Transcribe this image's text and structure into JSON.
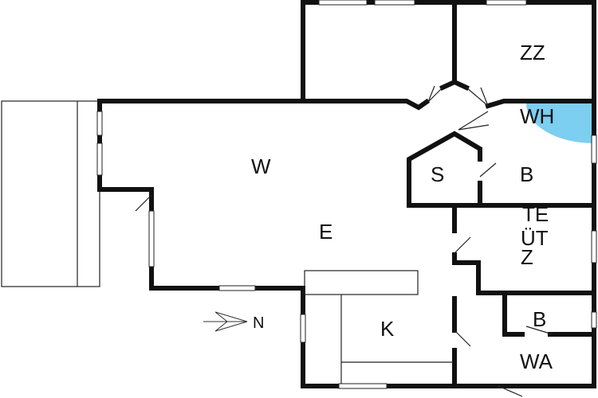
{
  "rooms": {
    "zz": "ZZ",
    "wh": "WH",
    "w": "W",
    "s": "S",
    "b1": "B",
    "e": "E",
    "te1": "TE",
    "te2": "ÜT",
    "te3": "Z",
    "k": "K",
    "b2": "B",
    "wa": "WA"
  },
  "compass": {
    "label": "N"
  },
  "colors": {
    "wall": "#111111",
    "whirlpool": "#7ccff0"
  }
}
